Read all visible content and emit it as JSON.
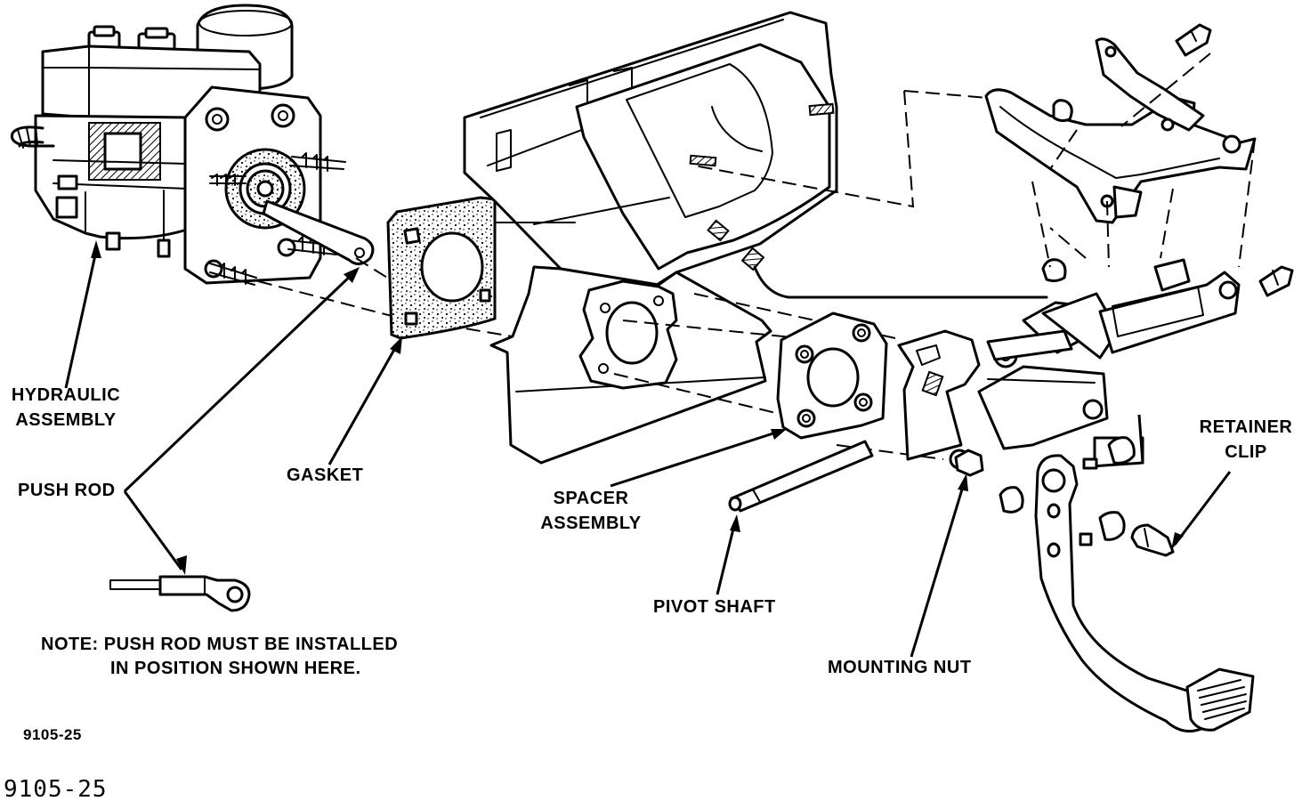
{
  "labels": {
    "hydraulic_assembly": [
      "HYDRAULIC",
      "ASSEMBLY"
    ],
    "push_rod": "PUSH ROD",
    "gasket": "GASKET",
    "spacer_assembly": [
      "SPACER",
      "ASSEMBLY"
    ],
    "pivot_shaft": "PIVOT SHAFT",
    "mounting_nut": "MOUNTING NUT",
    "retainer_clip": [
      "RETAINER",
      "CLIP"
    ]
  },
  "note": {
    "line1": "NOTE:  PUSH ROD MUST BE INSTALLED",
    "line2": "IN POSITION SHOWN HERE."
  },
  "figure_code_small": "9105-25",
  "figure_code_large": "9105-25",
  "icons": {
    "hydraulic_assembly": "hydraulic-assembly-icon",
    "gasket": "gasket-icon",
    "spacer": "spacer-icon",
    "pedal": "brake-pedal-icon",
    "bracket": "pedal-bracket-icon",
    "firewall": "firewall-icon",
    "push_rod_detail": "push-rod-detail-icon",
    "pivot_shaft": "pivot-shaft-icon",
    "retainer_clip": "retainer-clip-icon"
  }
}
